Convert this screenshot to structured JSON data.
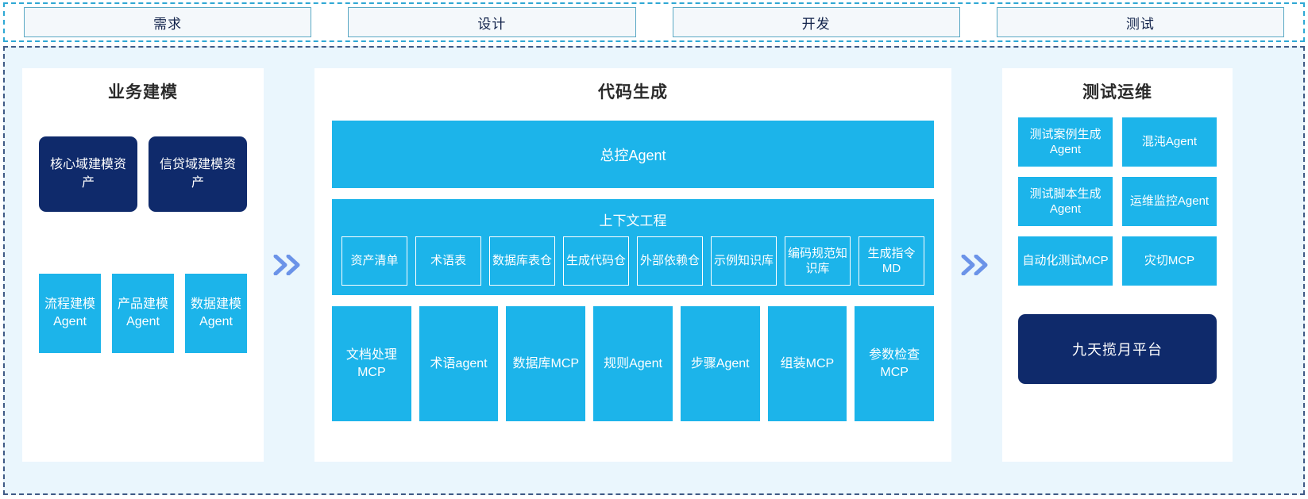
{
  "stages": {
    "items": [
      {
        "label": "需求"
      },
      {
        "label": "设计"
      },
      {
        "label": "开发"
      },
      {
        "label": "测试"
      }
    ]
  },
  "colors": {
    "accent_blue": "#1cb4ea",
    "navy": "#0f2a6b",
    "panel_bg": "#eaf6fd",
    "stage_border": "#5aa8c4",
    "dashed_teal": "#2fa8d4",
    "chevron": "#6b93e8"
  },
  "left_panel": {
    "title": "业务建模",
    "assets": [
      {
        "label": "核心域建模资产"
      },
      {
        "label": "信贷域建模资产"
      }
    ],
    "agents": [
      {
        "label": "流程建模Agent"
      },
      {
        "label": "产品建模Agent"
      },
      {
        "label": "数据建模Agent"
      }
    ]
  },
  "center_panel": {
    "title": "代码生成",
    "master_agent": "总控Agent",
    "context_engineering": {
      "title": "上下文工程",
      "items": [
        {
          "label": "资产清单"
        },
        {
          "label": "术语表"
        },
        {
          "label": "数据库表仓"
        },
        {
          "label": "生成代码仓"
        },
        {
          "label": "外部依赖仓"
        },
        {
          "label": "示例知识库"
        },
        {
          "label": "编码规范知识库"
        },
        {
          "label": "生成指令MD"
        }
      ]
    },
    "tools": [
      {
        "label": "文档处理MCP"
      },
      {
        "label": "术语agent"
      },
      {
        "label": "数据库MCP"
      },
      {
        "label": "规则Agent"
      },
      {
        "label": "步骤Agent"
      },
      {
        "label": "组装MCP"
      },
      {
        "label": "参数检查MCP"
      }
    ]
  },
  "right_panel": {
    "title": "测试运维",
    "cards": [
      {
        "label": "测试案例生成Agent"
      },
      {
        "label": "混沌Agent"
      },
      {
        "label": "测试脚本生成Agent"
      },
      {
        "label": "运维监控Agent"
      },
      {
        "label": "自动化测试MCP"
      },
      {
        "label": "灾切MCP"
      }
    ],
    "platform": "九天揽月平台"
  },
  "separators": {
    "left_arrow_name": "double-chevron-right-icon",
    "right_arrow_name": "double-chevron-right-icon"
  }
}
